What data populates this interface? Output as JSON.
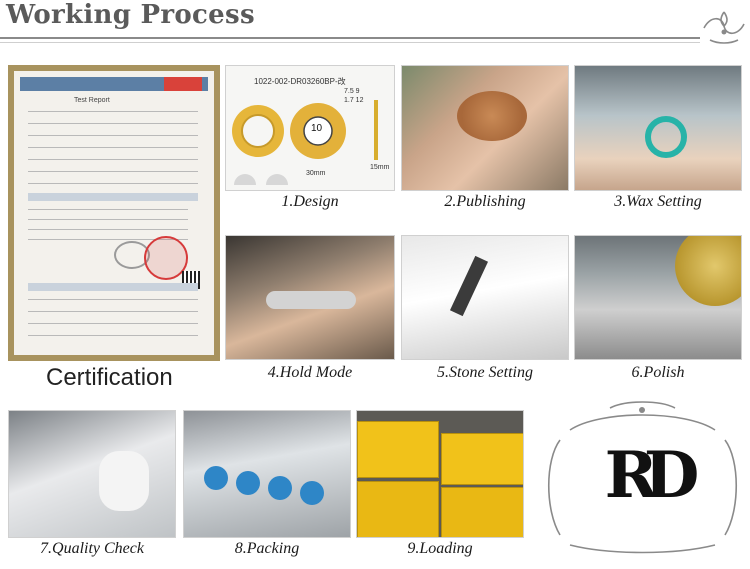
{
  "page": {
    "title": "Working Process"
  },
  "steps": [
    {
      "label": "Certification"
    },
    {
      "label": "1.Design"
    },
    {
      "label": "2.Publishing"
    },
    {
      "label": "3.Wax Setting"
    },
    {
      "label": "4.Hold Mode"
    },
    {
      "label": "5.Stone Setting"
    },
    {
      "label": "6.Polish"
    },
    {
      "label": "7.Quality Check"
    },
    {
      "label": "8.Packing"
    },
    {
      "label": "9.Loading"
    }
  ],
  "certificate": {
    "report_label": "Test Report"
  },
  "design_sheet": {
    "code": "1022-002-DR03260BP-改",
    "dims_top": "7.5 9",
    "dims_bottom": "1.7 12",
    "center_size": "10",
    "width_label": "30mm",
    "height_label": "15mm"
  },
  "logo": {
    "letters": "RD"
  },
  "colors": {
    "frame_gold": "#a8935e",
    "box_yellow": "#f1c21a",
    "title_gray": "#5a5a5a"
  }
}
